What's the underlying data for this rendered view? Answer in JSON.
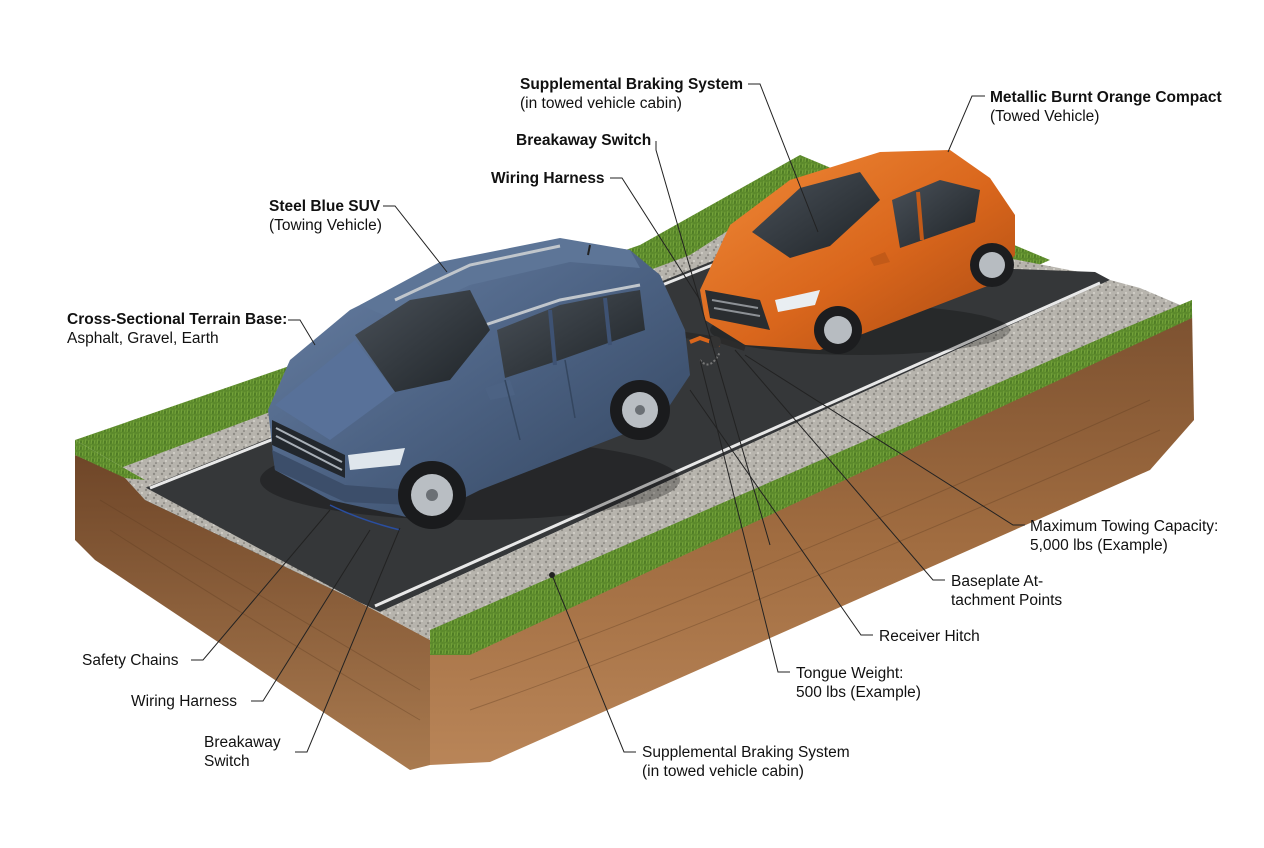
{
  "labels": {
    "brake_top": {
      "title": "Supplemental Braking System",
      "sub": "(in towed vehicle cabin)"
    },
    "orange_car": {
      "title": "Metallic Burnt Orange Compact",
      "sub": "(Towed Vehicle)"
    },
    "breakaway_top": {
      "title": "Breakaway Switch"
    },
    "wiring_top": {
      "title": "Wiring Harness"
    },
    "suv": {
      "title": "Steel Blue SUV",
      "sub": "(Towing Vehicle)"
    },
    "terrain": {
      "title": "Cross-Sectional Terrain Base:",
      "sub": "Asphalt, Gravel, Earth"
    },
    "max_tow": {
      "title": "Maximum Towing Capacity:",
      "sub": "5,000 lbs (Example)"
    },
    "baseplate": {
      "line1": "Baseplate At-",
      "line2": "tachment Points"
    },
    "receiver": {
      "title": "Receiver Hitch"
    },
    "tongue": {
      "line1": "Tongue Weight:",
      "line2": "500 lbs (Example)"
    },
    "brake_bottom": {
      "line1": "Supplemental Braking System",
      "line2": "(in towed vehicle cabin)"
    },
    "safety_chains": {
      "title": "Safety Chains"
    },
    "wiring_bottom": {
      "title": "Wiring Harness"
    },
    "breakaway_bottom": {
      "line1": "Breakaway",
      "line2": "Switch"
    }
  },
  "colors": {
    "grass": "#5f8a2e",
    "soil": "#8a5a34",
    "asphalt": "#3b3d3f",
    "gravel": "#b9b7b1",
    "suv_body": "#4c6283",
    "car_body": "#d9661c",
    "leader": "#222222"
  }
}
